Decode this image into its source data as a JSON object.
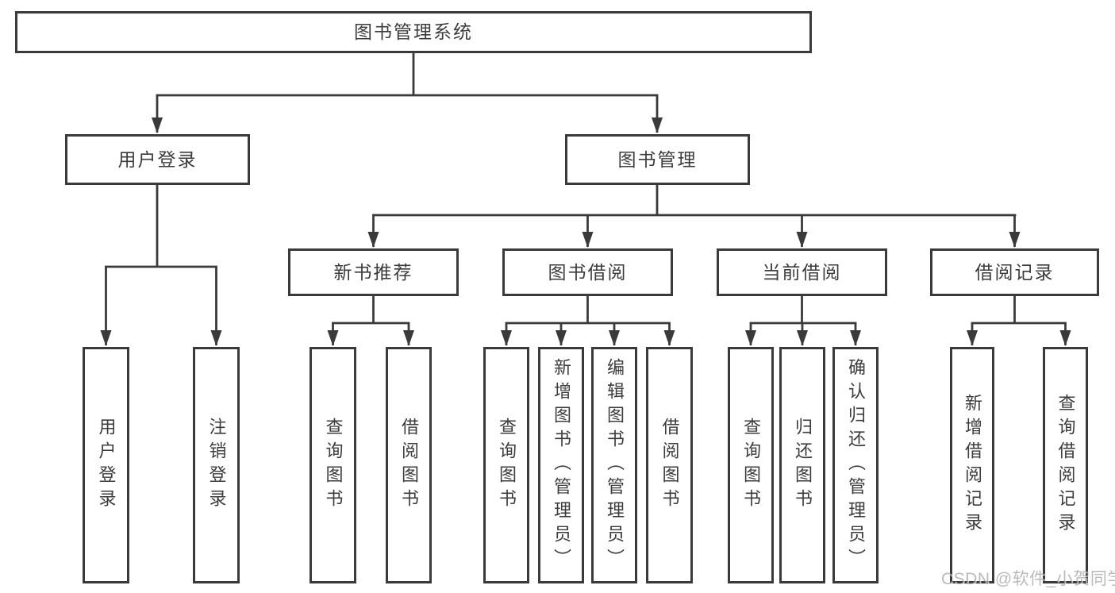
{
  "diagram": {
    "root": {
      "label": "图书管理系统"
    },
    "branches": {
      "user_login": {
        "label": "用户登录",
        "children": {
          "login": {
            "label": "用户登录"
          },
          "logout": {
            "label": "注销登录"
          }
        }
      },
      "book_management": {
        "label": "图书管理",
        "children": {
          "new_book_recommend": {
            "label": "新书推荐",
            "children": {
              "query_book": {
                "label": "查询图书"
              },
              "borrow_book": {
                "label": "借阅图书"
              }
            }
          },
          "book_borrow": {
            "label": "图书借阅",
            "children": {
              "query_book": {
                "label": "查询图书"
              },
              "add_book": {
                "label": "新增图书（管理员）"
              },
              "edit_book": {
                "label": "编辑图书（管理员）"
              },
              "borrow_book": {
                "label": "借阅图书"
              }
            }
          },
          "current_borrow": {
            "label": "当前借阅",
            "children": {
              "query_book": {
                "label": "查询图书"
              },
              "return_book": {
                "label": "归还图书"
              },
              "confirm_return": {
                "label": "确认归还（管理员）"
              }
            }
          },
          "borrow_record": {
            "label": "借阅记录",
            "children": {
              "add_record": {
                "label": "新增借阅记录"
              },
              "query_record": {
                "label": "查询借阅记录"
              }
            }
          }
        }
      }
    }
  },
  "watermark": {
    "text": "CSDN @软件_小贺同学"
  },
  "colors": {
    "line": "#3a3a3a",
    "box_border": "#3a3a3a",
    "text": "#3c3c3c",
    "watermark": "#9a9a9a",
    "background": "#ffffff"
  }
}
